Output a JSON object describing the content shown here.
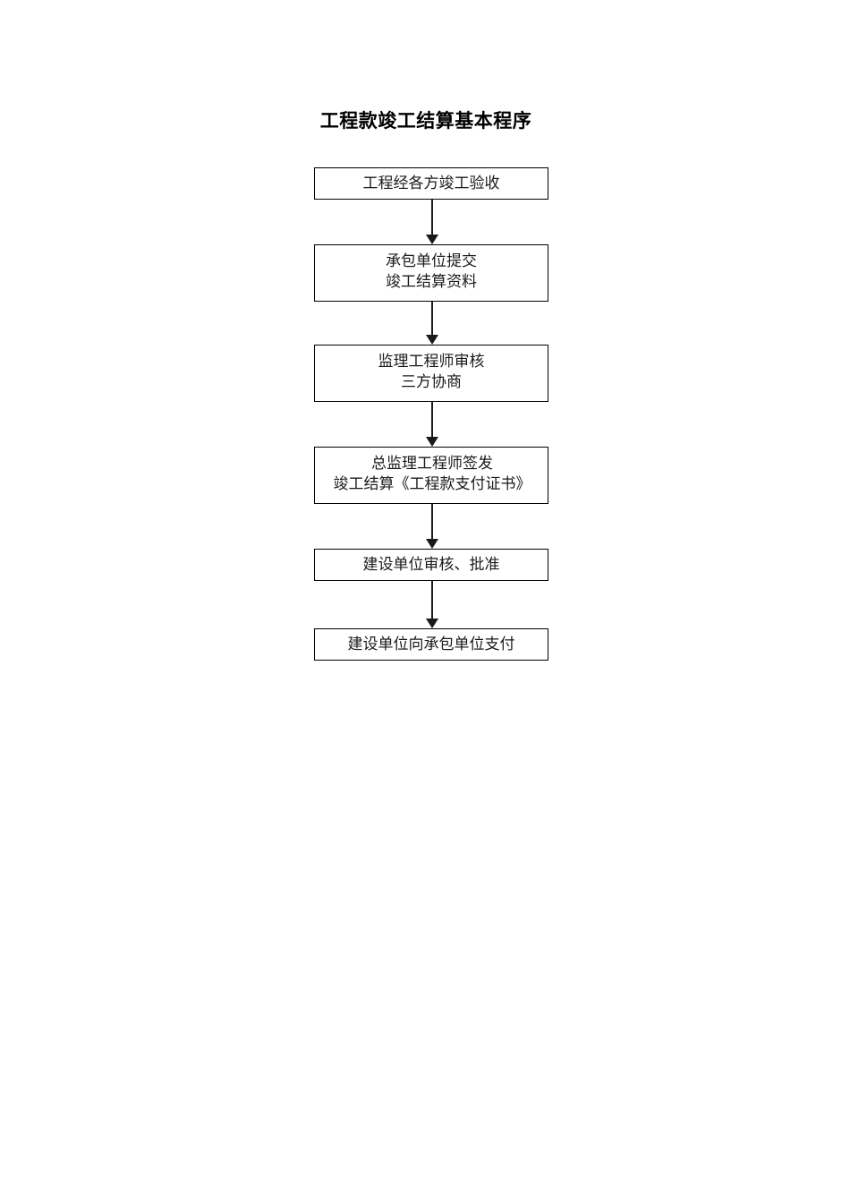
{
  "document": {
    "title": "工程款竣工结算基本程序",
    "background_color": "#ffffff",
    "text_color": "#1a1a1a"
  },
  "flowchart": {
    "type": "vertical-process-flow",
    "orientation": "top-to-bottom",
    "node_count": 6,
    "connector_count": 5,
    "connector_style": "solid-line-with-filled-arrowhead",
    "nodes": [
      {
        "id": "node-1",
        "label": "工程经各方竣工验收",
        "lines": 1,
        "size": "compact"
      },
      {
        "id": "node-2",
        "label": "承包单位提交\n竣工结算资料",
        "lines": 2,
        "size": "tall"
      },
      {
        "id": "node-3",
        "label": "监理工程师审核\n三方协商",
        "lines": 2,
        "size": "tall"
      },
      {
        "id": "node-4",
        "label": "总监理工程师签发\n竣工结算《工程款支付证书》",
        "lines": 2,
        "size": "tall"
      },
      {
        "id": "node-5",
        "label": "建设单位审核、批准",
        "lines": 1,
        "size": "compact"
      },
      {
        "id": "node-6",
        "label": "建设单位向承包单位支付",
        "lines": 1,
        "size": "compact"
      }
    ]
  }
}
